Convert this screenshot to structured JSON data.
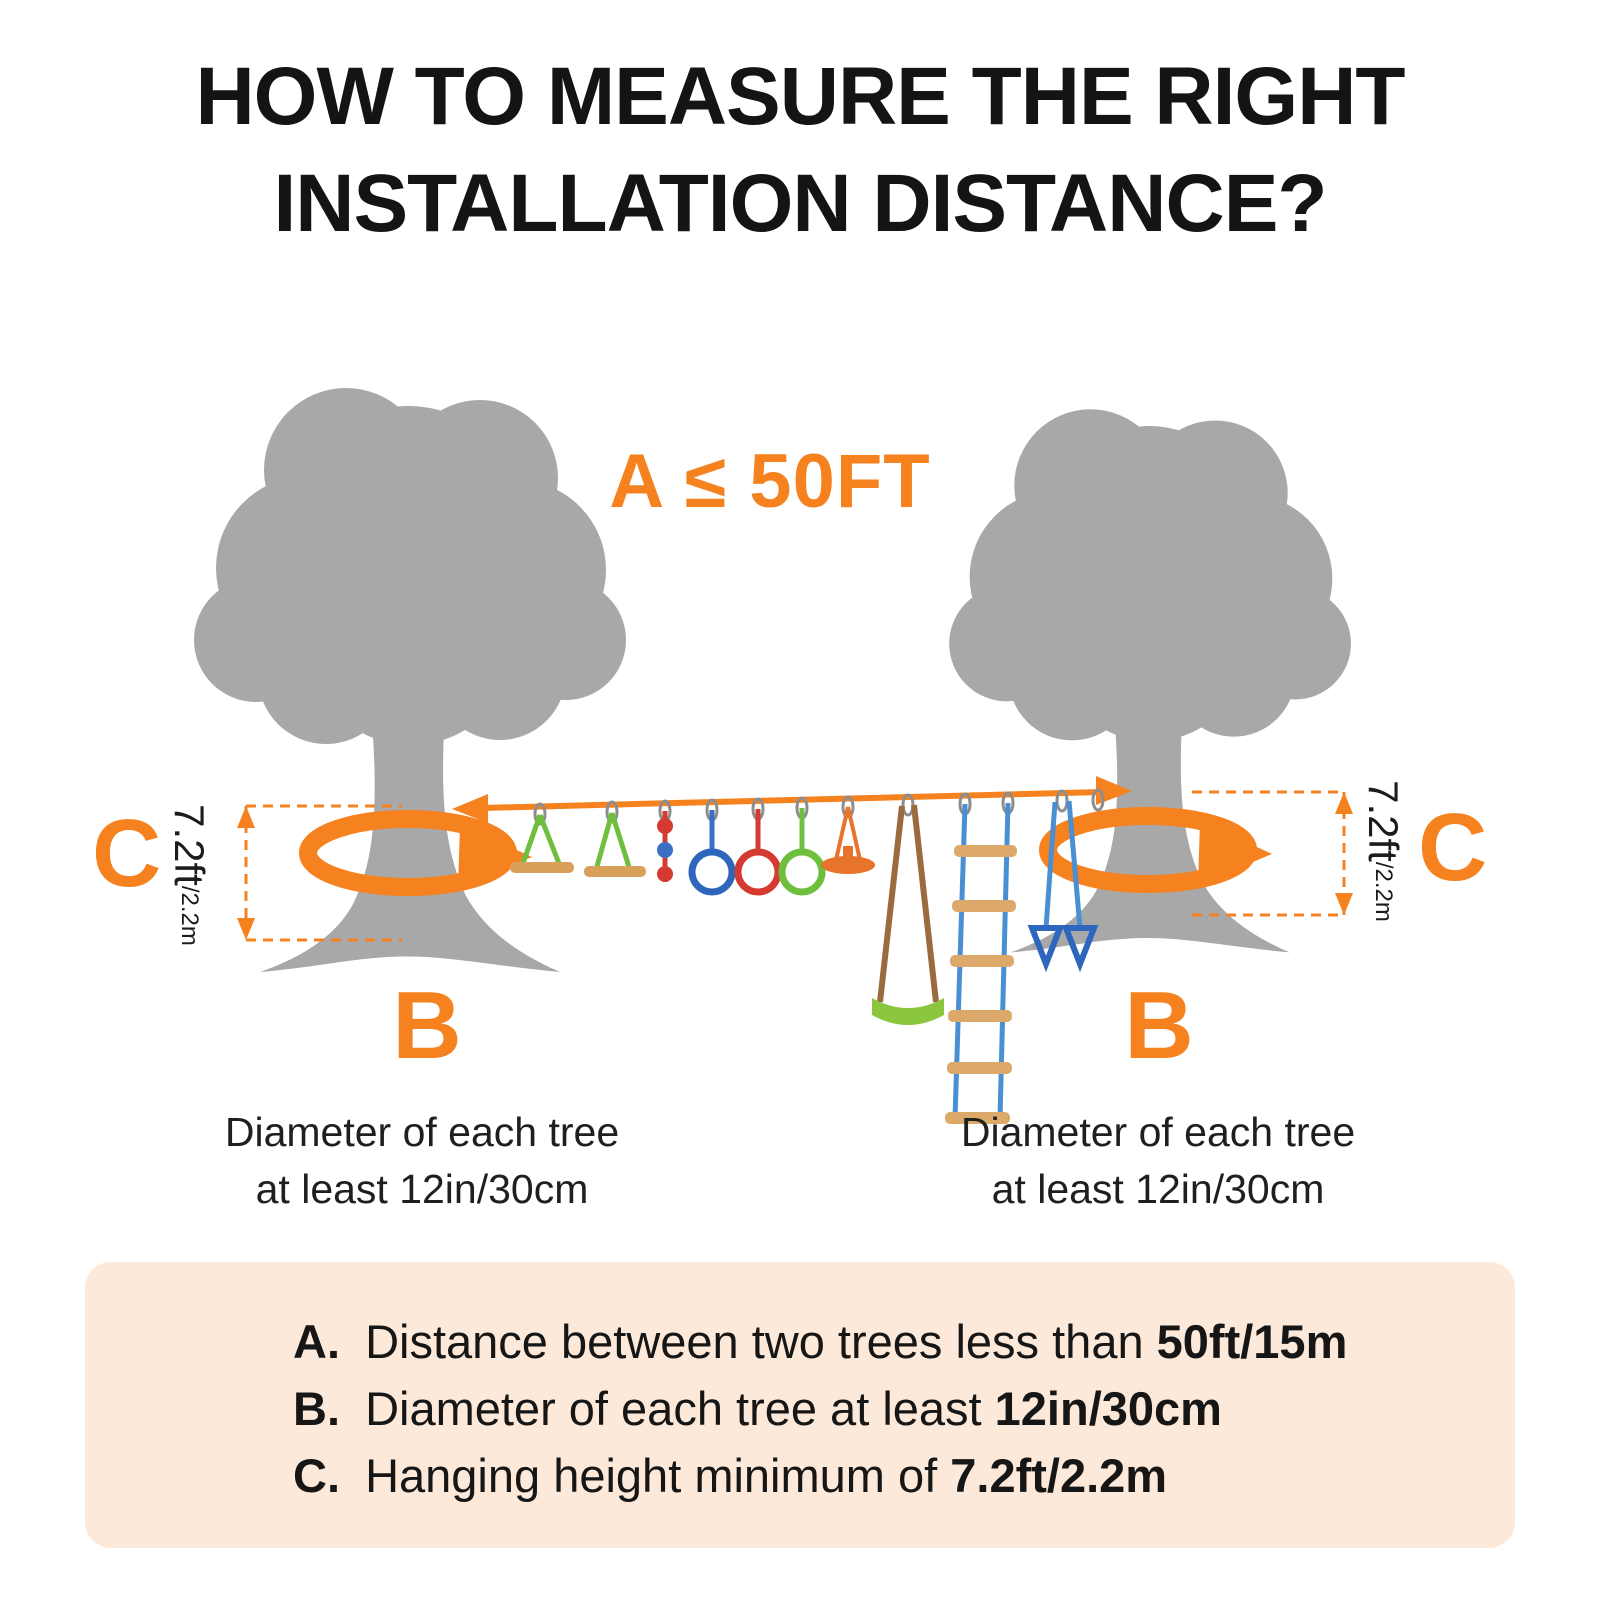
{
  "title": {
    "line1": "HOW TO MEASURE THE RIGHT",
    "line2": "INSTALLATION DISTANCE?"
  },
  "diagram": {
    "distance_label": "A ≤ 50FT",
    "left_tree": {
      "c_label": "C",
      "b_label": "B",
      "height_value": "7.2ft",
      "height_unit": "/2.2m",
      "caption_line1": "Diameter of each tree",
      "caption_line2": "at least 12in/30cm"
    },
    "right_tree": {
      "c_label": "C",
      "b_label": "B",
      "height_value": "7.2ft",
      "height_unit": "/2.2m",
      "caption_line1": "Diameter of each tree",
      "caption_line2": "at least 12in/30cm"
    }
  },
  "info_box": {
    "lines": [
      {
        "label": "A.",
        "text": "Distance between two trees less than",
        "value": "50ft/15m"
      },
      {
        "label": "B.",
        "text": "Diameter of each tree at least",
        "value": "12in/30cm"
      },
      {
        "label": "C.",
        "text": "Hanging height minimum of",
        "value": "7.2ft/2.2m"
      }
    ]
  },
  "colors": {
    "accent_orange": "#F6821F",
    "tree_gray": "#A8A8A8",
    "info_box_bg": "#FCE9D9",
    "text_black": "#141414"
  }
}
